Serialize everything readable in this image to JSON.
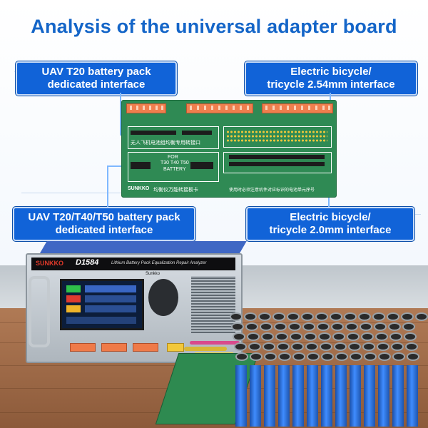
{
  "headline": "Analysis of the universal adapter board",
  "callouts": {
    "uav_t20": [
      "UAV T20 battery pack",
      "dedicated interface"
    ],
    "ebike_254": [
      "Electric bicycle/",
      "tricycle 2.54mm interface"
    ],
    "uav_t20_t40_t50": [
      "UAV T20/T40/T50 battery pack",
      "dedicated interface"
    ],
    "ebike_20": [
      "Electric bicycle/",
      "tricycle 2.0mm interface"
    ]
  },
  "board": {
    "cn_label": "无人飞机电池组均衡专用转接口",
    "for_label": "FOR",
    "models_label": "T30 T40 T50",
    "battery_label": "BATTERY",
    "brand": "SUNKKO",
    "card_name": "均衡仪万能转接板卡",
    "note": "使用时必须注意机件对应标识的电池单元序号"
  },
  "device": {
    "brand": "SUNKKO",
    "model": "D1584",
    "subtitle": "Lithium Battery Pack Equalization Repair Analyzer",
    "keypad_logo": "Sunkko"
  },
  "colors": {
    "headline": "#1465c8",
    "callout_fill": "#1163d8",
    "pcb_green": "#2f8a54",
    "terminal_orange": "#f07f4e",
    "cell_blue": "#2f73dc"
  }
}
